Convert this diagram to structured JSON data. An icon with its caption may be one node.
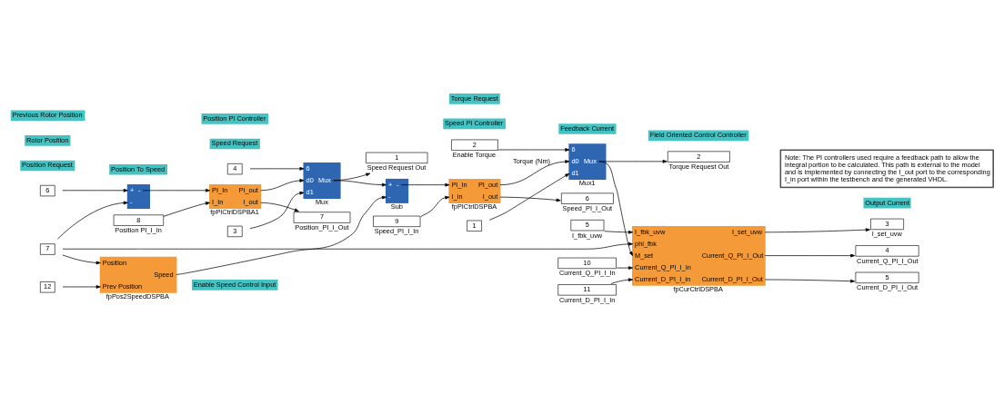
{
  "diagram": {
    "nodes": [
      {
        "text": [
          "Enable Speed Control Input"
        ]
      },
      {
        "text": [
          "4"
        ]
      },
      {
        "text": [
          "Speed Request"
        ]
      },
      {
        "text": [
          "3"
        ]
      },
      {
        "text": [
          "6",
          "d0",
          "Mux",
          "d1"
        ],
        "beside": [
          "Mux"
        ]
      },
      {
        "text": [
          "1"
        ],
        "beside": [
          "Speed Request Out"
        ]
      },
      {
        "text": [
          "+",
          "-",
          "-"
        ],
        "beside": [
          "Sub"
        ]
      },
      {
        "text": [
          "Position Request"
        ]
      },
      {
        "text": [
          "6"
        ]
      },
      {
        "text": [
          "+",
          "-",
          "-"
        ]
      },
      {
        "text": [
          "PI_In",
          "PI_out",
          "I_In",
          "I_out"
        ],
        "beside": [
          "fpPICtrlDSPBA1"
        ]
      },
      {
        "text": [
          "8"
        ],
        "beside": [
          "Position PI_I_In"
        ]
      },
      {
        "text": [
          "7"
        ],
        "beside": [
          "Position_PI_I_Out"
        ]
      },
      {
        "text": [
          "Position PI Controller"
        ]
      },
      {
        "text": [
          "7"
        ]
      },
      {
        "text": [
          "Rotor Position"
        ]
      },
      {
        "text": [
          "Position",
          "Speed",
          "Prev Position"
        ],
        "beside": [
          "fpPos2SpeedDSPBA"
        ]
      },
      {
        "text": [
          "12"
        ]
      },
      {
        "text": [
          "Previous Rotor Position"
        ]
      },
      {
        "text": [
          "Position To Speed"
        ]
      },
      {
        "text": [
          "PI_In",
          "PI_out",
          "I_In",
          "I_out"
        ],
        "beside": [
          "fpPICtrlDSPBA"
        ]
      },
      {
        "text": [
          "9"
        ],
        "beside": [
          "Speed_PI_I_In"
        ]
      },
      {
        "text": [
          "6"
        ],
        "beside": [
          "Speed_PI_I_Out"
        ]
      },
      {
        "text": [
          "Speed PI Controller"
        ]
      },
      {
        "text": [
          "2"
        ],
        "beside": [
          "Enable Torque"
        ]
      },
      {
        "text": [
          "1"
        ]
      },
      {
        "text": [
          "Torque Request"
        ]
      },
      {
        "text": [
          "6",
          "d0",
          "Mux",
          "d1"
        ],
        "beside": [
          "Mux1"
        ]
      },
      {
        "text": [
          "2"
        ],
        "beside": [
          "Torque Request Out"
        ]
      },
      {
        "text": [
          "Feedback Current"
        ]
      },
      {
        "text": [
          "5"
        ],
        "beside": [
          "I_fbk_uvw"
        ]
      },
      {
        "text": [
          "10"
        ],
        "beside": [
          "Current_Q_PI_I_In"
        ]
      },
      {
        "text": [
          "11"
        ],
        "beside": [
          "Current_D_PI_I_In"
        ]
      },
      {
        "text": [
          "I_fbk_uvw",
          "phi_fbk",
          "M_set",
          "Current_Q_PI_I_In",
          "Current_D_PI_I_In",
          "I_set_uvw",
          "Current_Q_PI_I_Out",
          "Current_D_PI_I_Out"
        ],
        "beside": [
          "fpCurCtrlDSPBA"
        ]
      },
      {
        "text": [
          "Field Oriented Control Controller"
        ]
      },
      {
        "text": [
          "Output Current"
        ]
      },
      {
        "text": [
          "3"
        ],
        "beside": [
          "I_set_uvw"
        ]
      },
      {
        "text": [
          "4"
        ],
        "beside": [
          "Current_Q_PI_I_Out"
        ]
      },
      {
        "text": [
          "5"
        ],
        "beside": [
          "Current_D_PI_I_Out"
        ]
      },
      {
        "text": [
          "Note: The PI controllers used require a feedback path to allow the integral portion to be calculated. This path is external to the model and is implemented by connecting the I_out port to the corresponding I_in port within the testbench and the generated VHDL."
        ]
      }
    ],
    "edges": [
      {
        "from": 1,
        "to": 4,
        "arrow": "to"
      },
      {
        "from": 3,
        "to": 4,
        "arrow": "to"
      },
      {
        "from": 10,
        "to": 4,
        "arrow": "to"
      },
      {
        "from": 4,
        "to": 5,
        "arrow": "to"
      },
      {
        "from": 4,
        "to": 6,
        "arrow": "to"
      },
      {
        "from": 16,
        "to": 6,
        "arrow": "to"
      },
      {
        "from": 6,
        "to": 20,
        "arrow": "to"
      },
      {
        "from": 8,
        "to": 9,
        "arrow": "to"
      },
      {
        "from": 14,
        "to": 9,
        "arrow": "to"
      },
      {
        "from": 14,
        "to": 16,
        "arrow": "to"
      },
      {
        "from": 14,
        "to": 33,
        "arrow": "to"
      },
      {
        "from": 9,
        "to": 10,
        "arrow": "to"
      },
      {
        "from": 11,
        "to": 10,
        "arrow": "to"
      },
      {
        "from": 10,
        "to": 12,
        "arrow": "to"
      },
      {
        "from": 17,
        "to": 16,
        "arrow": "to"
      },
      {
        "from": 21,
        "to": 20,
        "arrow": "to"
      },
      {
        "from": 20,
        "to": 27,
        "arrow": "to",
        "label": "Torque (Nm)"
      },
      {
        "from": 20,
        "to": 22,
        "arrow": "to"
      },
      {
        "from": 24,
        "to": 27,
        "arrow": "to"
      },
      {
        "from": 25,
        "to": 27,
        "arrow": "to"
      },
      {
        "from": 27,
        "to": 28,
        "arrow": "to"
      },
      {
        "from": 27,
        "to": 33,
        "arrow": "to"
      },
      {
        "from": 30,
        "to": 33,
        "arrow": "to"
      },
      {
        "from": 31,
        "to": 33,
        "arrow": "to"
      },
      {
        "from": 32,
        "to": 33,
        "arrow": "to"
      },
      {
        "from": 33,
        "to": 36,
        "arrow": "to"
      },
      {
        "from": 33,
        "to": 37,
        "arrow": "to"
      },
      {
        "from": 33,
        "to": 38,
        "arrow": "to"
      }
    ]
  }
}
